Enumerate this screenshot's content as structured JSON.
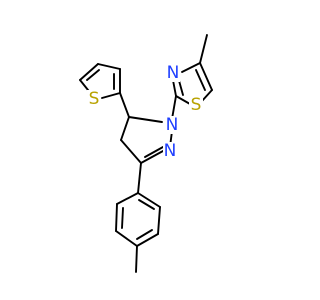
{
  "molecule": {
    "atoms": [
      {
        "id": "N_thz",
        "symbol": "N",
        "color": "#1f3fff"
      },
      {
        "id": "S_thz",
        "symbol": "S",
        "color": "#b8a200"
      },
      {
        "id": "N1",
        "symbol": "N",
        "color": "#1f3fff"
      },
      {
        "id": "N2",
        "symbol": "N",
        "color": "#1f3fff"
      },
      {
        "id": "S_thio",
        "symbol": "S",
        "color": "#b8a200"
      }
    ]
  }
}
